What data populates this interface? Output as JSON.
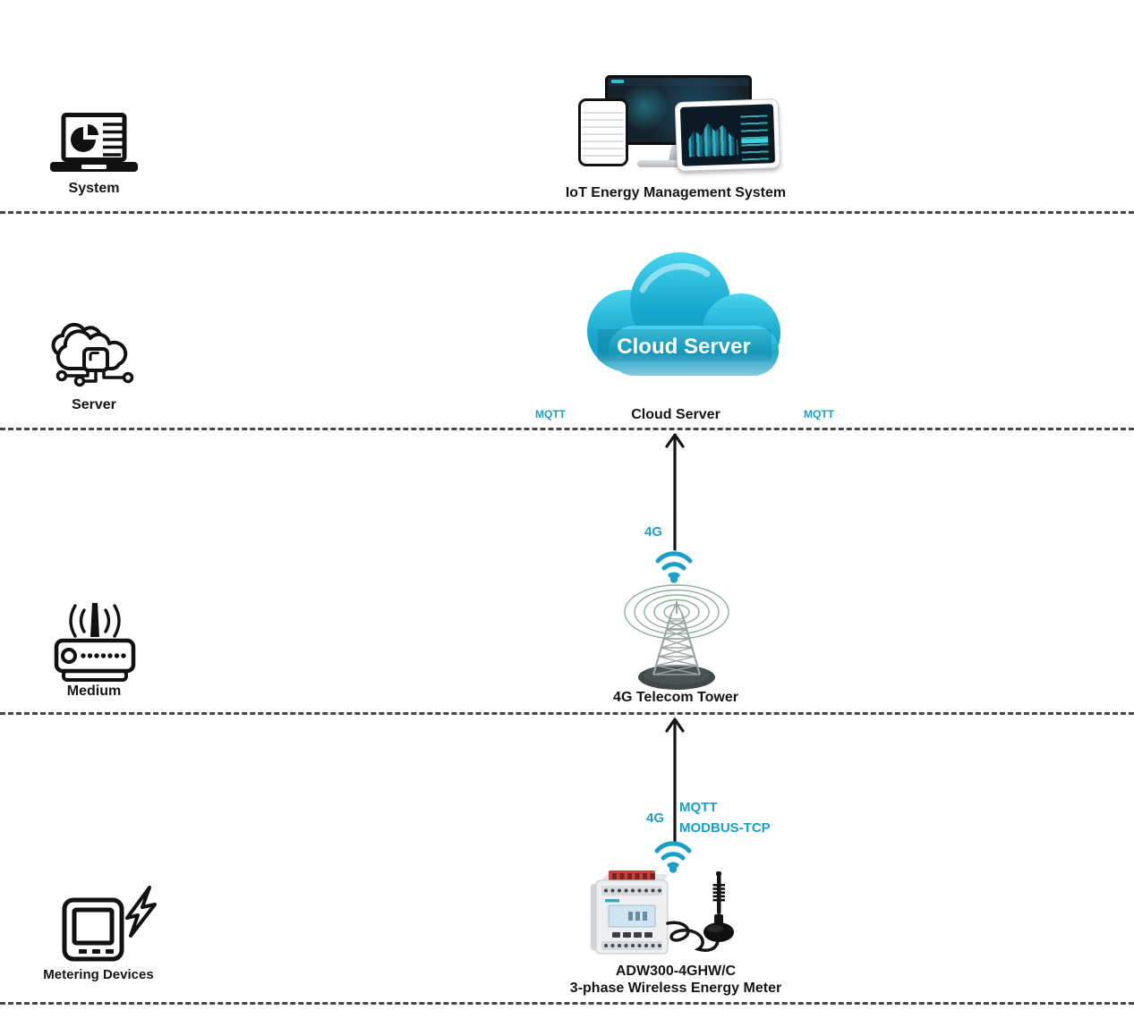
{
  "system_layer": {
    "icon_label": "System",
    "label": "IoT Energy Management System"
  },
  "server_layer": {
    "icon_label": "Server",
    "cloud_text": "Cloud Server",
    "label": "Cloud Server",
    "mqtt_left": "MQTT",
    "mqtt_right": "MQTT"
  },
  "medium_layer": {
    "icon_label": "Medium",
    "label": "4G Telecom Tower",
    "uplink_4g": "4G"
  },
  "metering_layer": {
    "icon_label": "Metering Devices",
    "device_name": "ADW300-4GHW/C",
    "device_desc": "3-phase Wireless Energy Meter",
    "uplink_4g": "4G",
    "uplink_mqtt": "MQTT",
    "uplink_modbus": "MODBUS-TCP"
  },
  "colors": {
    "accent_cyan": "#1b9fc7",
    "cloud_top": "#49d4ee",
    "cloud_bottom": "#0d93ba",
    "tower_ring_green": "#8fae9c",
    "meter_terminal_red": "#c4413c"
  }
}
